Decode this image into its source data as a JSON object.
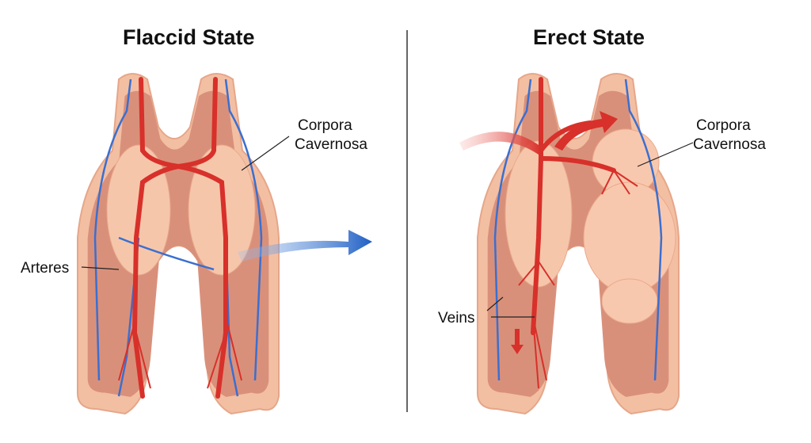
{
  "panels": {
    "flaccid": {
      "title": "Flaccid State",
      "label_corpora_line1": "Corpora",
      "label_corpora_line2": "Cavernosa",
      "label_arteries": "Arteres"
    },
    "erect": {
      "title": "Erect State",
      "label_corpora_line1": "Corpora",
      "label_corpora_line2": "Cavernosa",
      "label_veins": "Veins"
    }
  },
  "colors": {
    "skin_outer": "#f3bfa3",
    "skin_inner": "#d9907a",
    "tissue": "#f6c6ab",
    "artery": "#d8302a",
    "vein": "#3b6fcf",
    "divider": "#333333"
  }
}
